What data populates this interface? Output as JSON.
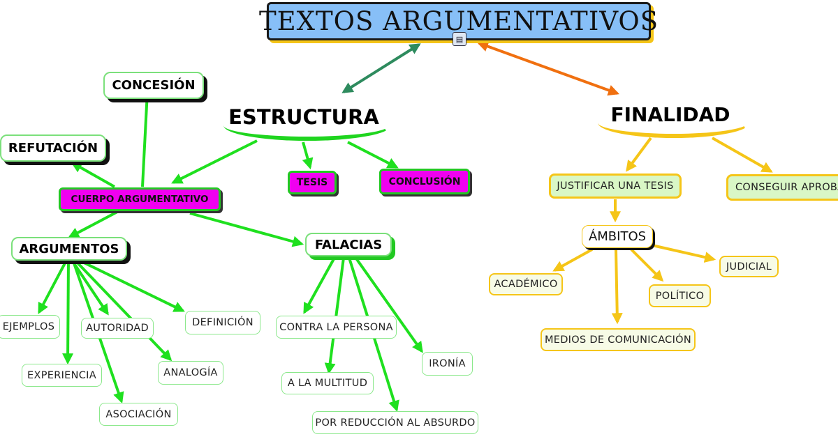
{
  "title": "TEXTOS ARGUMENTATIVOS",
  "title_icon": "document-icon",
  "branches": {
    "estructura": {
      "label": "ESTRUCTURA",
      "tesis": "TESIS",
      "conclusion": "CONCLUSIÓN",
      "cuerpo": "CUERPO ARGUMENTATIVO",
      "concesion": "CONCESIÓN",
      "refutacion": "REFUTACIÓN",
      "argumentos": {
        "label": "ARGUMENTOS",
        "items": [
          "EJEMPLOS",
          "EXPERIENCIA",
          "AUTORIDAD",
          "ASOCIACIÓN",
          "ANALOGÍA",
          "DEFINICIÓN"
        ]
      },
      "falacias": {
        "label": "FALACIAS",
        "items": [
          "CONTRA LA PERSONA",
          "A LA MULTITUD",
          "POR REDUCCIÓN AL ABSURDO",
          "IRONÍA"
        ]
      }
    },
    "finalidad": {
      "label": "FINALIDAD",
      "justificar": "JUSTIFICAR UNA TESIS",
      "conseguir": "CONSEGUIR APROBA",
      "ambitos": {
        "label": "ÁMBITOS",
        "items": [
          "ACADÉMICO",
          "MEDIOS DE COMUNICACIÓN",
          "POLÍTICO",
          "JUDICIAL"
        ]
      }
    }
  },
  "colors": {
    "green": "#1fe01f",
    "yellow": "#f5c518",
    "magenta": "#f000f0",
    "title_bg": "#87bff7",
    "teal_arrow": "#2e8b5e",
    "orange_arrow": "#f07010"
  }
}
